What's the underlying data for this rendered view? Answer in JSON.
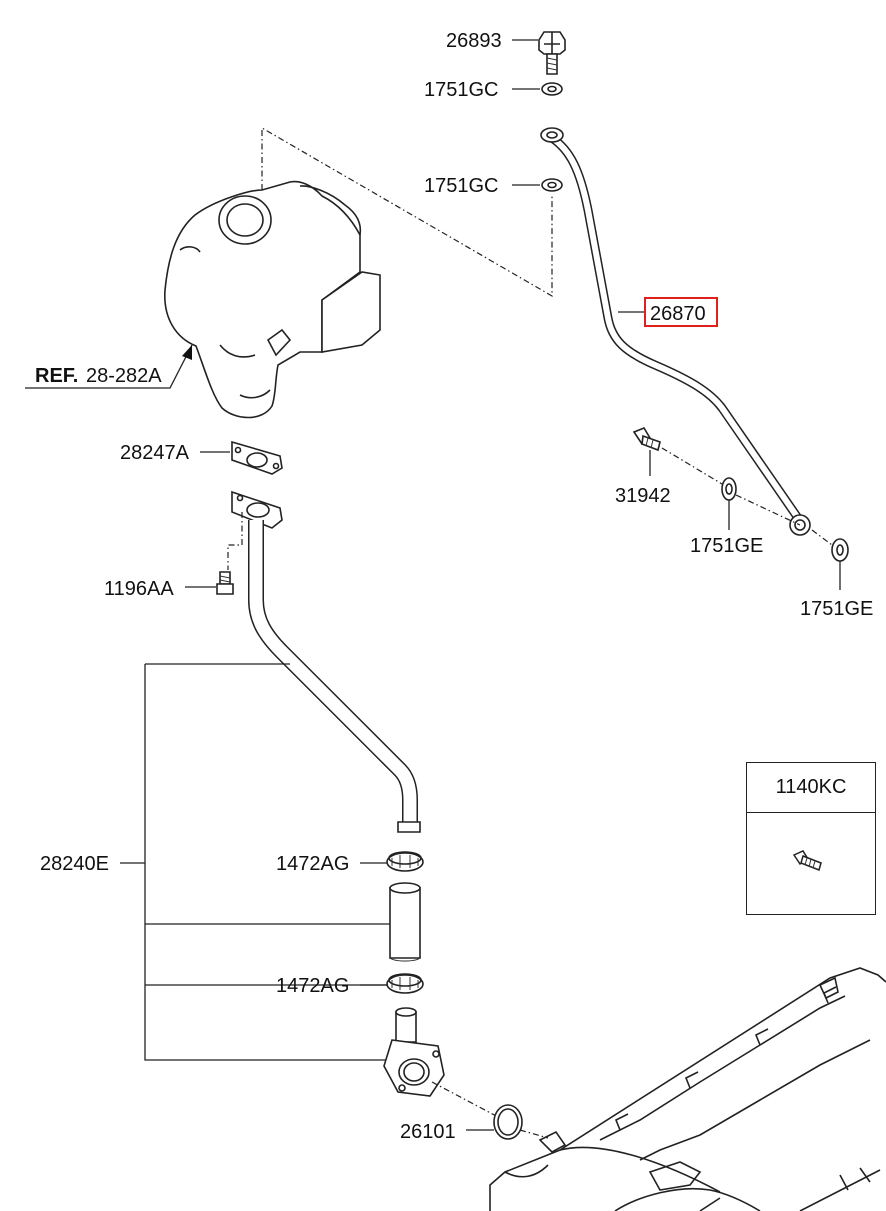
{
  "labels": {
    "bolt_26893": "26893",
    "washer_upper": "1751GC",
    "washer_lower": "1751GC",
    "pipe_26870": "26870",
    "ref_prefix": "REF.",
    "ref_number": "28-282A",
    "gasket": "28247A",
    "bolt_31942": "31942",
    "washer_ge_1": "1751GE",
    "washer_ge_2": "1751GE",
    "bolt_1196aa": "1196AA",
    "hose_assy": "28240E",
    "clamp_upper": "1472AG",
    "clamp_lower": "1472AG",
    "oring": "26101"
  },
  "inset": {
    "part_number": "1140KC"
  },
  "highlight_color": "#e0201c"
}
